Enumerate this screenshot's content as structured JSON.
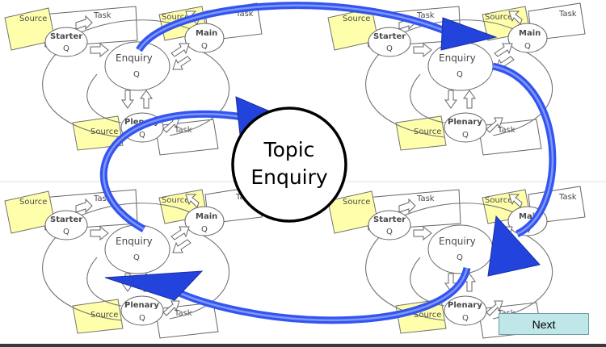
{
  "center": {
    "title_line1": "Topic",
    "title_line2": "Enquiry"
  },
  "cycle": {
    "source": "Source",
    "task": "Task",
    "starter": "Starter",
    "main": "Main",
    "enquiry": "Enquiry",
    "plenary": "Plenary",
    "q": "Q"
  },
  "nav": {
    "next_label": "Next"
  },
  "colors": {
    "arrow_blue": "#3355ee",
    "source_yellow": "#ffff99",
    "next_button": "#bfe6e8"
  }
}
